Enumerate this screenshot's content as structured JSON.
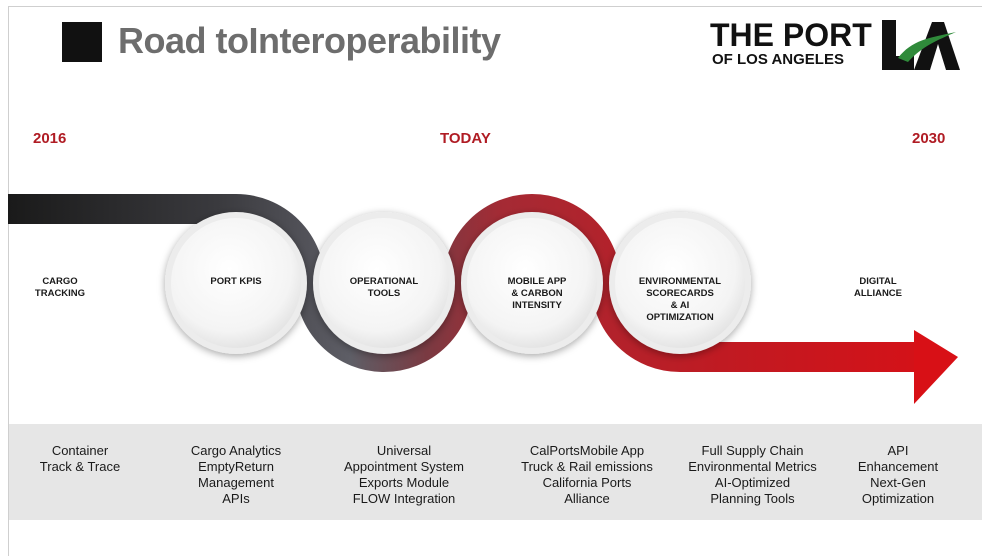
{
  "header": {
    "title": "Road toInteroperability",
    "logo_line1": "THE PORT",
    "logo_line2": "OF LOS ANGELES",
    "logo_mark": "LA"
  },
  "timeline": {
    "start_label": "2016",
    "mid_label": "TODAY",
    "end_label": "2030"
  },
  "stages": [
    {
      "label": "CARGO\nTRACKING",
      "details": "Container\nTrack & Trace"
    },
    {
      "label": "PORT KPIS",
      "details": "Cargo Analytics\nEmptyReturn\nManagement\nAPIs"
    },
    {
      "label": "OPERATIONAL\nTOOLS",
      "details": "Universal\nAppointment System\nExports Module\nFLOW Integration"
    },
    {
      "label": "MOBILE  APP\n& CARBON\nINTENSITY",
      "details": "CalPortsMobile App\nTruck & Rail emissions\nCalifornia Ports\nAlliance"
    },
    {
      "label": "ENVIRONMENTAL\nSCORECARDS\n& AI\nOPTIMIZATION",
      "details": "Full Supply Chain\nEnvironmental Metrics\nAI-Optimized\nPlanning Tools"
    },
    {
      "label": "DIGITAL\nALLIANCE",
      "details": "API\nEnhancement\nNext-Gen\nOptimization"
    }
  ],
  "colors": {
    "accent_red": "#b01c24",
    "path_dark": "#1c1c1c",
    "path_gray": "#5e5e66",
    "band": "#e6e6e6",
    "title_gray": "#6d6d6d",
    "logo_green": "#2f8a3a"
  }
}
